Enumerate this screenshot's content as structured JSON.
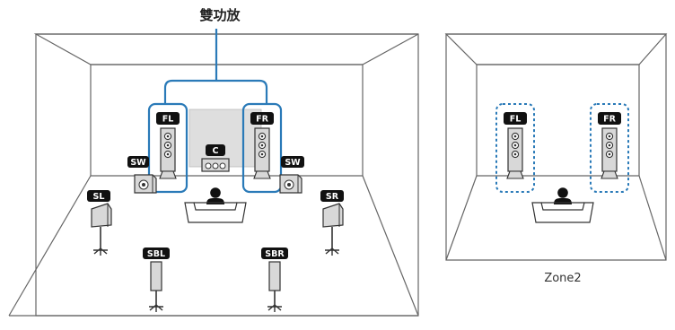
{
  "diagram": {
    "title": "雙功放",
    "zone2_label": "Zone2",
    "main_room": {
      "speakers": [
        {
          "id": "FL",
          "label": "FL",
          "kind": "tower",
          "bi_amp": true
        },
        {
          "id": "FR",
          "label": "FR",
          "kind": "tower",
          "bi_amp": true
        },
        {
          "id": "C",
          "label": "C",
          "kind": "center"
        },
        {
          "id": "SW_L",
          "label": "SW",
          "kind": "subwoofer"
        },
        {
          "id": "SW_R",
          "label": "SW",
          "kind": "subwoofer"
        },
        {
          "id": "SL",
          "label": "SL",
          "kind": "surround"
        },
        {
          "id": "SR",
          "label": "SR",
          "kind": "surround"
        },
        {
          "id": "SBL",
          "label": "SBL",
          "kind": "surround-back"
        },
        {
          "id": "SBR",
          "label": "SBR",
          "kind": "surround-back"
        }
      ],
      "listener": "listener-on-sofa"
    },
    "zone2_room": {
      "speakers": [
        {
          "id": "Z2_FL",
          "label": "FL",
          "kind": "tower"
        },
        {
          "id": "Z2_FR",
          "label": "FR",
          "kind": "tower"
        }
      ],
      "listener": "listener-on-sofa"
    }
  },
  "colors": {
    "bi_amp_highlight": "#2a7ab8",
    "badge": "#111111",
    "wall": "#666666",
    "speaker_fill": "#d9d9d9",
    "screen_fill": "#dedede"
  }
}
